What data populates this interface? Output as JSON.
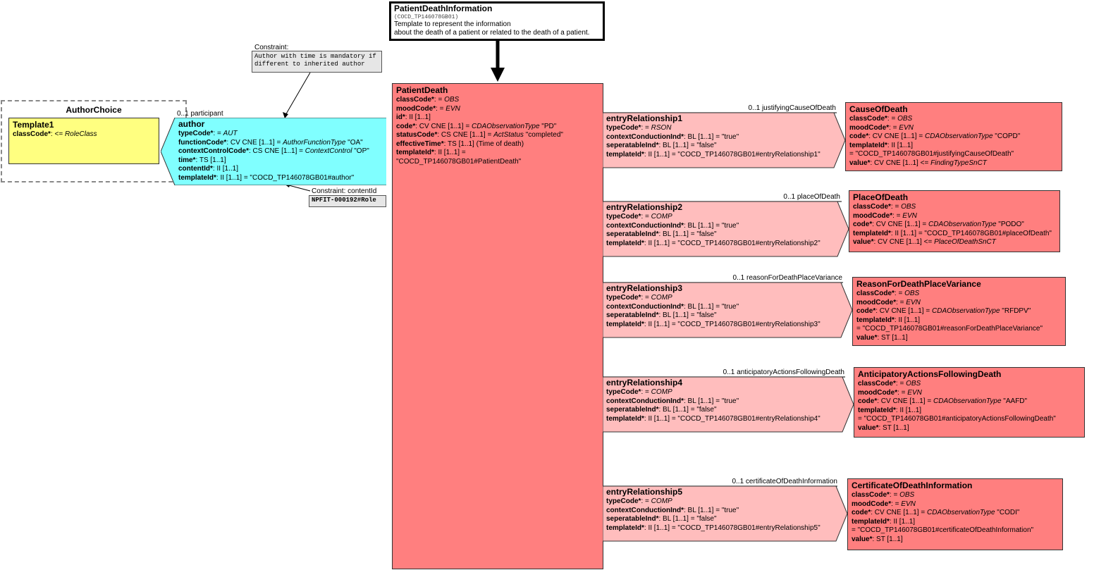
{
  "colors": {
    "patient": "#ff7f7f",
    "entry": "#ffbdbd",
    "target": "#ff7f7f",
    "author": "#80ffff",
    "template": "#ffff80",
    "note": "#e6e6e6"
  },
  "header": {
    "title": "PatientDeathInformation",
    "id": "(COCD_TP146078GB01)",
    "desc1": "Template to represent the information",
    "desc2": "about the death of a patient or related to the death of a patient."
  },
  "authorChoice": {
    "title": "AuthorChoice",
    "template": {
      "title": "Template1",
      "classCode": "classCode*",
      "classCodeVal": ": <= ",
      "classCodeType": "RoleClass"
    }
  },
  "author": {
    "participant": "0..1 participant",
    "title": "author",
    "rows": [
      [
        "typeCode*",
        ": = ",
        "AUT",
        ""
      ],
      [
        "functionCode*",
        ": CV CNE [1..1] = ",
        "AuthorFunctionType",
        " \"OA\""
      ],
      [
        "contextControlCode*",
        ": CS CNE [1..1] = ",
        "ContextControl",
        " \"OP\""
      ],
      [
        "time*",
        ": TS [1..1]",
        "",
        ""
      ],
      [
        "contentId*",
        ": II [1..1]",
        "",
        ""
      ],
      [
        "templateId*",
        ": II [1..1] = \"COCD_TP146078GB01#author\"",
        "",
        ""
      ]
    ]
  },
  "constraint1": {
    "label": "Constraint:",
    "line1": "Author with time is mandatory if",
    "line2": "different to inherited author"
  },
  "constraint2": {
    "label": "Constraint: contentId",
    "value": "NPFIT-000192#Role"
  },
  "patientDeath": {
    "title": "PatientDeath",
    "rows": [
      [
        "classCode*",
        ": = ",
        "OBS",
        ""
      ],
      [
        "moodCode*",
        ": = ",
        "EVN",
        ""
      ],
      [
        "id*",
        ": II [1..1]",
        "",
        ""
      ],
      [
        "code*",
        ": CV CNE [1..1] = ",
        "CDAObservationType",
        " \"PD\""
      ],
      [
        "statusCode*",
        ": CS CNE [1..1] = ",
        "ActStatus",
        " \"completed\""
      ],
      [
        "effectiveTime*",
        ": TS [1..1] (Time of death)",
        "",
        ""
      ],
      [
        "templateId*",
        ": II [1..1] =",
        "",
        ""
      ],
      [
        "",
        "\"COCD_TP146078GB01#PatientDeath\"",
        "",
        ""
      ]
    ]
  },
  "entries": [
    {
      "label": "0..1 justifyingCauseOfDeath",
      "title": "entryRelationship1",
      "rows": [
        [
          "typeCode*",
          ": = ",
          "RSON",
          ""
        ],
        [
          "contextConductionInd*",
          ": BL [1..1] = \"true\"",
          "",
          ""
        ],
        [
          "seperatableInd*",
          ": BL [1..1] = \"false\"",
          "",
          ""
        ],
        [
          "templateId*",
          ": II [1..1] = \"COCD_TP146078GB01#entryRelationship1\"",
          "",
          ""
        ]
      ],
      "target": {
        "title": "CauseOfDeath",
        "rows": [
          [
            "classCode*",
            ": = ",
            "OBS",
            ""
          ],
          [
            "moodCode*",
            ": = ",
            "EVN",
            ""
          ],
          [
            "code*",
            ": CV CNE [1..1] = ",
            "CDAObservationType",
            " \"COPD\""
          ],
          [
            "templateId*",
            ": II [1..1]",
            "",
            ""
          ],
          [
            "",
            " = \"COCD_TP146078GB01#justifyingCauseOfDeath\"",
            "",
            ""
          ],
          [
            "value*",
            ": CV CNE [1..1] <= ",
            "FindingTypeSnCT",
            ""
          ]
        ]
      }
    },
    {
      "label": "0..1 placeOfDeath",
      "title": "entryRelationship2",
      "rows": [
        [
          "typeCode*",
          ": = ",
          "COMP",
          ""
        ],
        [
          "contextConductionInd*",
          ": BL [1..1] = \"true\"",
          "",
          ""
        ],
        [
          "seperatableInd*",
          ": BL [1..1] = \"false\"",
          "",
          ""
        ],
        [
          "templateId*",
          ": II [1..1] = \"COCD_TP146078GB01#entryRelationship2\"",
          "",
          ""
        ]
      ],
      "target": {
        "title": "PlaceOfDeath",
        "rows": [
          [
            "classCode*",
            ": = ",
            "OBS",
            ""
          ],
          [
            "moodCode*",
            ": = ",
            "EVN",
            ""
          ],
          [
            "code*",
            ": CV CNE [1..1] = ",
            "CDAObservationType",
            " \"PODO\""
          ],
          [
            "templateId*",
            ": II [1..1] = \"COCD_TP146078GB01#placeOfDeath\"",
            "",
            ""
          ],
          [
            "value*",
            ": CV CNE [1..1] <= ",
            "PlaceOfDeathSnCT",
            ""
          ]
        ]
      }
    },
    {
      "label": "0..1 reasonForDeathPlaceVariance",
      "title": "entryRelationship3",
      "rows": [
        [
          "typeCode*",
          ": = ",
          "COMP",
          ""
        ],
        [
          "contextConductionInd*",
          ": BL [1..1] = \"true\"",
          "",
          ""
        ],
        [
          "seperatableInd*",
          ": BL [1..1] = \"false\"",
          "",
          ""
        ],
        [
          "templateId*",
          ": II [1..1] = \"COCD_TP146078GB01#entryRelationship3\"",
          "",
          ""
        ]
      ],
      "target": {
        "title": "ReasonForDeathPlaceVariance",
        "rows": [
          [
            "classCode*",
            ": = ",
            "OBS",
            ""
          ],
          [
            "moodCode*",
            ": = ",
            "EVN",
            ""
          ],
          [
            "code*",
            ": CV CNE [1..1] = ",
            "CDAObservationType",
            " \"RFDPV\""
          ],
          [
            "templateId*",
            ": II [1..1]",
            "",
            ""
          ],
          [
            "",
            " = \"COCD_TP146078GB01#reasonForDeathPlaceVariance\"",
            "",
            ""
          ],
          [
            "value*",
            ": ST [1..1]",
            "",
            ""
          ]
        ]
      }
    },
    {
      "label": "0..1 anticipatoryActionsFollowingDeath",
      "title": "entryRelationship4",
      "rows": [
        [
          "typeCode*",
          ": = ",
          "COMP",
          ""
        ],
        [
          "contextConductionInd*",
          ": BL [1..1] = \"true\"",
          "",
          ""
        ],
        [
          "seperatableInd*",
          ": BL [1..1] = \"false\"",
          "",
          ""
        ],
        [
          "templateId*",
          ": II [1..1] = \"COCD_TP146078GB01#entryRelationship4\"",
          "",
          ""
        ]
      ],
      "target": {
        "title": "AnticipatoryActionsFollowingDeath",
        "rows": [
          [
            "classCode*",
            ": = ",
            "OBS",
            ""
          ],
          [
            "moodCode*",
            ": = ",
            "EVN",
            ""
          ],
          [
            "code*",
            ": CV CNE [1..1] = ",
            "CDAObservationType",
            " \"AAFD\""
          ],
          [
            "templateId*",
            ": II [1..1]",
            "",
            ""
          ],
          [
            "",
            " = \"COCD_TP146078GB01#anticipatoryActionsFollowingDeath\"",
            "",
            ""
          ],
          [
            "value*",
            ": ST [1..1]",
            "",
            ""
          ]
        ]
      }
    },
    {
      "label": "0..1 certificateOfDeathInformation",
      "title": "entryRelationship5",
      "rows": [
        [
          "typeCode*",
          ": = ",
          "COMP",
          ""
        ],
        [
          "contextConductionInd*",
          ": BL [1..1] = \"true\"",
          "",
          ""
        ],
        [
          "seperatableInd*",
          ": BL [1..1] = \"false\"",
          "",
          ""
        ],
        [
          "templateId*",
          ": II [1..1] = \"COCD_TP146078GB01#entryRelationship5\"",
          "",
          ""
        ]
      ],
      "target": {
        "title": "CertificateOfDeathInformation",
        "rows": [
          [
            "classCode*",
            ": = ",
            "OBS",
            ""
          ],
          [
            "moodCode*",
            ": = ",
            "EVN",
            ""
          ],
          [
            "code*",
            ": CV CNE [1..1] = ",
            "CDAObservationType",
            " \"CODI\""
          ],
          [
            "templateId*",
            ": II [1..1]",
            "",
            ""
          ],
          [
            "",
            " = \"COCD_TP146078GB01#certificateOfDeathInformation\"",
            "",
            ""
          ],
          [
            "value*",
            ": ST [1..1]",
            "",
            ""
          ]
        ]
      }
    }
  ]
}
